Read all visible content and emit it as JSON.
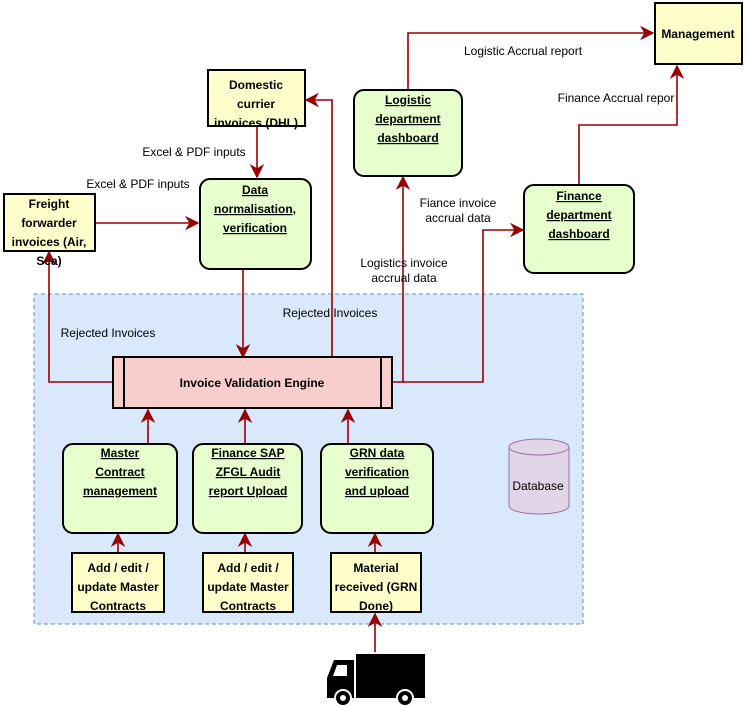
{
  "colors": {
    "arrow": "#990000",
    "region_fill": "#dae8fc",
    "region_stroke": "#6c8ebf",
    "green_fill": "#e6ffcc",
    "yellow_fill": "#ffffcc",
    "engine_fill": "#f8cecc",
    "db_fill": "#e1d5e7",
    "db_stroke": "#9673a6"
  },
  "nodes": {
    "management": [
      "Management"
    ],
    "domestic_courier": [
      "Domestic",
      "currier",
      "invoices (DHL)"
    ],
    "logistic_dashboard": [
      "Logistic",
      "department",
      "dashboard"
    ],
    "finance_dashboard": [
      "Finance",
      "department",
      "dashboard"
    ],
    "freight_forwarder": [
      "Freight",
      "forwarder",
      "invoices (Air,",
      "Sea)"
    ],
    "data_normalisation": [
      "Data",
      "normalisation,",
      "verification"
    ],
    "validation_engine": [
      "Invoice Validation Engine"
    ],
    "master_contract": [
      "Master",
      "Contract",
      "management"
    ],
    "finance_sap": [
      "Finance SAP",
      "ZFGL Audit",
      "report Upload"
    ],
    "grn_verification": [
      "GRN data",
      "verification",
      "and upload"
    ],
    "add_master_1": [
      "Add / edit /",
      "update Master",
      "Contracts"
    ],
    "add_master_2": [
      "Add / edit /",
      "update Master",
      "Contracts"
    ],
    "material_received": [
      "Material",
      "received (GRN",
      "Done)"
    ],
    "database": [
      "Database"
    ]
  },
  "edge_labels": {
    "logistic_accrual": [
      "Logistic Accrual report"
    ],
    "finance_accrual": [
      "Finance Accrual repor"
    ],
    "excel_pdf_1": [
      "Excel & PDF inputs"
    ],
    "excel_pdf_2": [
      "Excel & PDF inputs"
    ],
    "fiance_invoice": [
      "Fiance invoice",
      "accrual data"
    ],
    "logistics_invoice": [
      "Logistics invoice",
      "accrual data"
    ],
    "rejected_1": [
      "Rejected Invoices"
    ],
    "rejected_2": [
      "Rejected Invoices"
    ]
  },
  "icons": {
    "truck": "truck-icon"
  }
}
